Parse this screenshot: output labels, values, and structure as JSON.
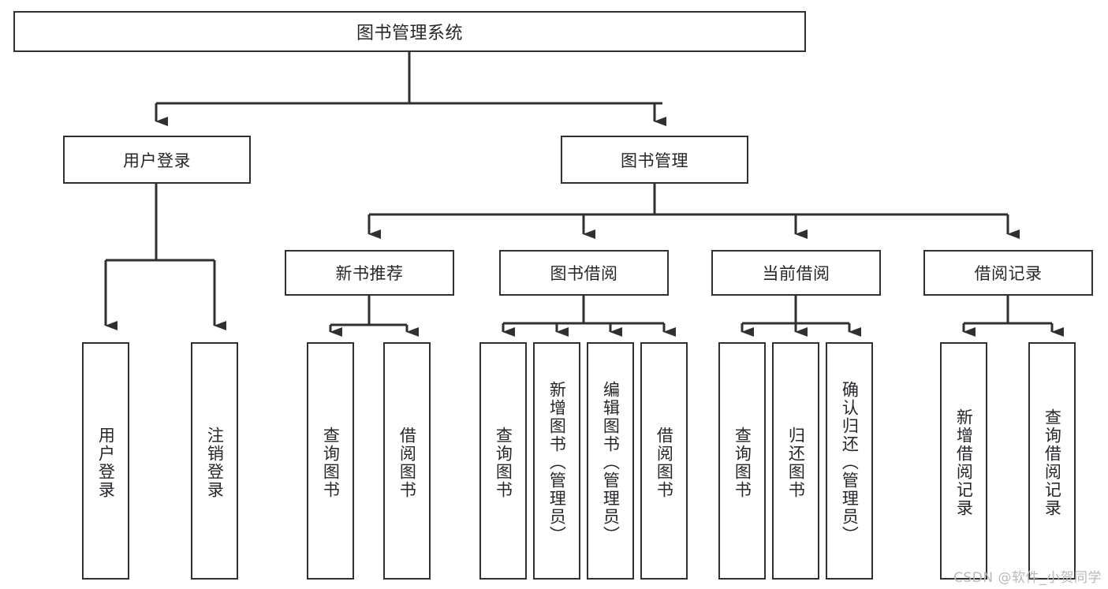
{
  "diagram": {
    "title": "图书管理系统",
    "type": "tree-hierarchy-chart",
    "watermark": "CSDN @软件_小贺同学",
    "colors": {
      "stroke": "#30302f",
      "fill": "#ffffff",
      "text": "#26262b",
      "watermark": "#b9b9b9"
    },
    "root": {
      "label": "图书管理系统"
    },
    "level2": [
      {
        "label": "用户登录"
      },
      {
        "label": "图书管理"
      }
    ],
    "level3": [
      {
        "label": "新书推荐"
      },
      {
        "label": "图书借阅"
      },
      {
        "label": "当前借阅"
      },
      {
        "label": "借阅记录"
      }
    ],
    "leaves": {
      "user_login": [
        {
          "label": "用户登录"
        },
        {
          "label": "注销登录"
        }
      ],
      "new_book_recommend": [
        {
          "label": "查询图书"
        },
        {
          "label": "借阅图书"
        }
      ],
      "book_borrow": [
        {
          "label": "查询图书"
        },
        {
          "label": "新增图书（管理员）"
        },
        {
          "label": "编辑图书（管理员）"
        },
        {
          "label": "借阅图书"
        }
      ],
      "current_borrow": [
        {
          "label": "查询图书"
        },
        {
          "label": "归还图书"
        },
        {
          "label": "确认归还（管理员）"
        }
      ],
      "borrow_records": [
        {
          "label": "新增借阅记录"
        },
        {
          "label": "查询借阅记录"
        }
      ]
    }
  }
}
